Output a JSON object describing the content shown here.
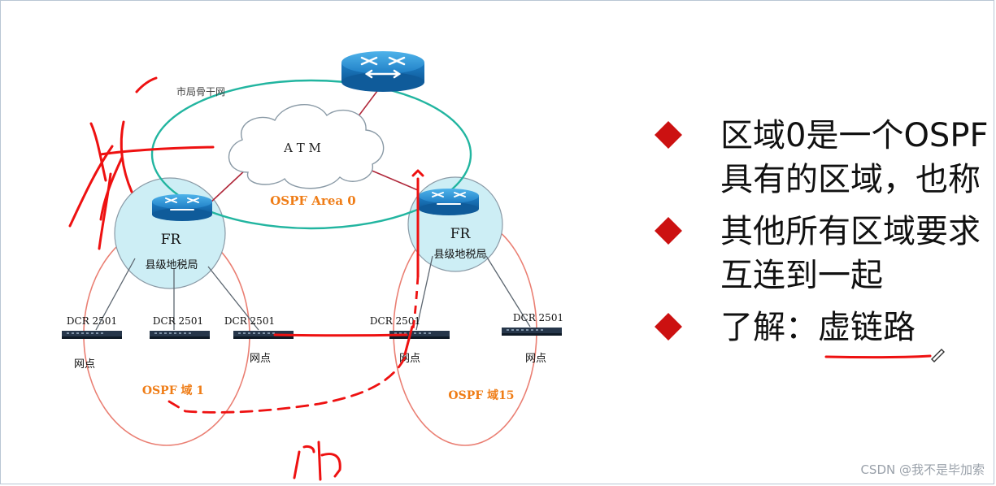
{
  "diagram": {
    "backbone_label": "市局骨干网",
    "cloud_label": "A T M",
    "area0_label": "OSPF  Area 0",
    "left_site": {
      "fr_label": "FR",
      "office_label": "县级地税局"
    },
    "right_site": {
      "fr_label": "FR",
      "office_label": "县级地税局"
    },
    "devices": [
      {
        "model": "DCR 2501",
        "node": "网点"
      },
      {
        "model": "DCR 2501",
        "node": ""
      },
      {
        "model": "DCR 2501",
        "node": "网点"
      },
      {
        "model": "DCR 2501",
        "node": "网点"
      },
      {
        "model": "DCR 2501",
        "node": "网点"
      }
    ],
    "area1_label": "OSPF  域 1",
    "area15_label": "OSPF  域15"
  },
  "bullets": [
    {
      "lines": [
        "区域0是一个OSPF",
        "具有的区域，也称"
      ]
    },
    {
      "lines": [
        "其他所有区域要求",
        "互连到一起"
      ]
    },
    {
      "lines": [
        "了解：虚链路"
      ]
    }
  ],
  "watermark": "CSDN @我不是毕加索",
  "colors": {
    "teal": "#22b5a0",
    "salmon": "#ea7f73",
    "orange": "#ef7d17",
    "annotation_red": "#ee1111",
    "router_blue": "#1f7fc6",
    "site_circle": "#cdeef5",
    "bullet_diamond": "#cc1111"
  }
}
